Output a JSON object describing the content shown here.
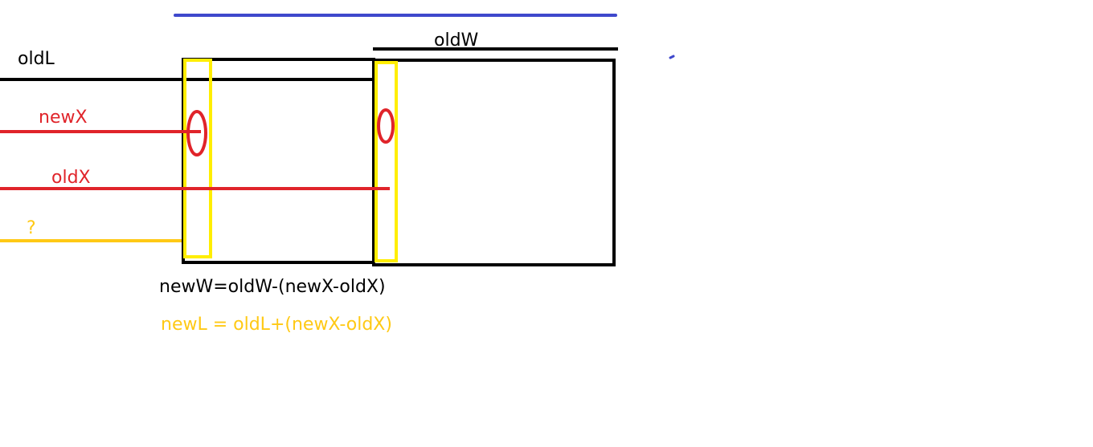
{
  "colors": {
    "black": "#000000",
    "red": "#e0242a",
    "yellow": "#ffee00",
    "gold": "#ffc915",
    "blue": "#3f48cc"
  },
  "labels": {
    "oldL": "oldL",
    "newX": "newX",
    "oldX": "oldX",
    "question": "?",
    "oldW": "oldW"
  },
  "formulas": {
    "newW": "newW=oldW-(newX-oldX)",
    "newL": "newL = oldL+(newX-oldX)"
  }
}
